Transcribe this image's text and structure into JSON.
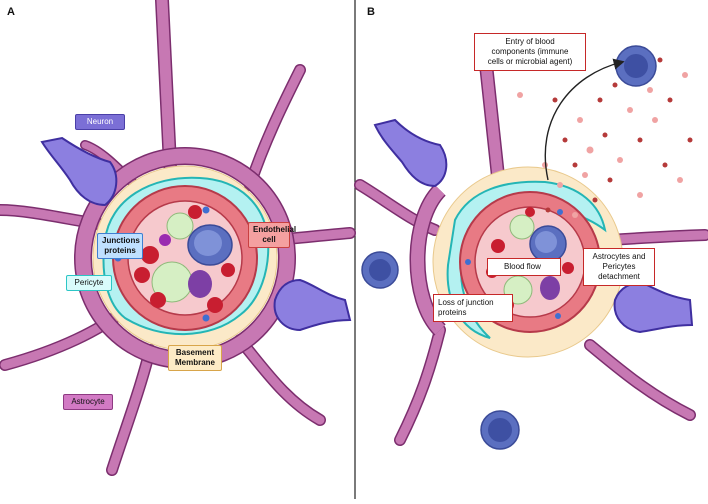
{
  "panels": {
    "left_letter": "A",
    "right_letter": "B"
  },
  "labels": {
    "neuron": "Neuron",
    "astrocyte": "Astrocyte",
    "junctions": "Junctions\nproteins",
    "endothelial": "Endothelial\ncell",
    "pericyte": "Pericyte",
    "basement": "Basement\nMembrane"
  },
  "callouts": {
    "entry": "Entry of blood\ncomponents  (immune\ncells or microbial agent)",
    "blood_flow": "Blood flow",
    "loss": "Loss of junction\nproteins",
    "detachment": "Astrocytes and\nPericytes\ndetachment"
  },
  "colors": {
    "astrocyte": "#c778b3",
    "astrocyte_edge": "#7c2e6e",
    "neuron": "#8c7fe0",
    "neuron_edge": "#3f2fa0",
    "basement": "#fbe9c8",
    "pericyte": "#b4f1f1",
    "pericyte_edge": "#24b5b5",
    "endothelium": "#e87a84",
    "lumen": "#f6c9cd",
    "rbc": "#c81e30",
    "wbc_green": "#d6efc4",
    "immune_cell": "#5b6fc0",
    "junction_blue": "#3f6fd1",
    "callout_border": "#c62828"
  },
  "icons": {
    "arrow": "curved-arrow-icon",
    "flow": "down-arrow-icon"
  }
}
